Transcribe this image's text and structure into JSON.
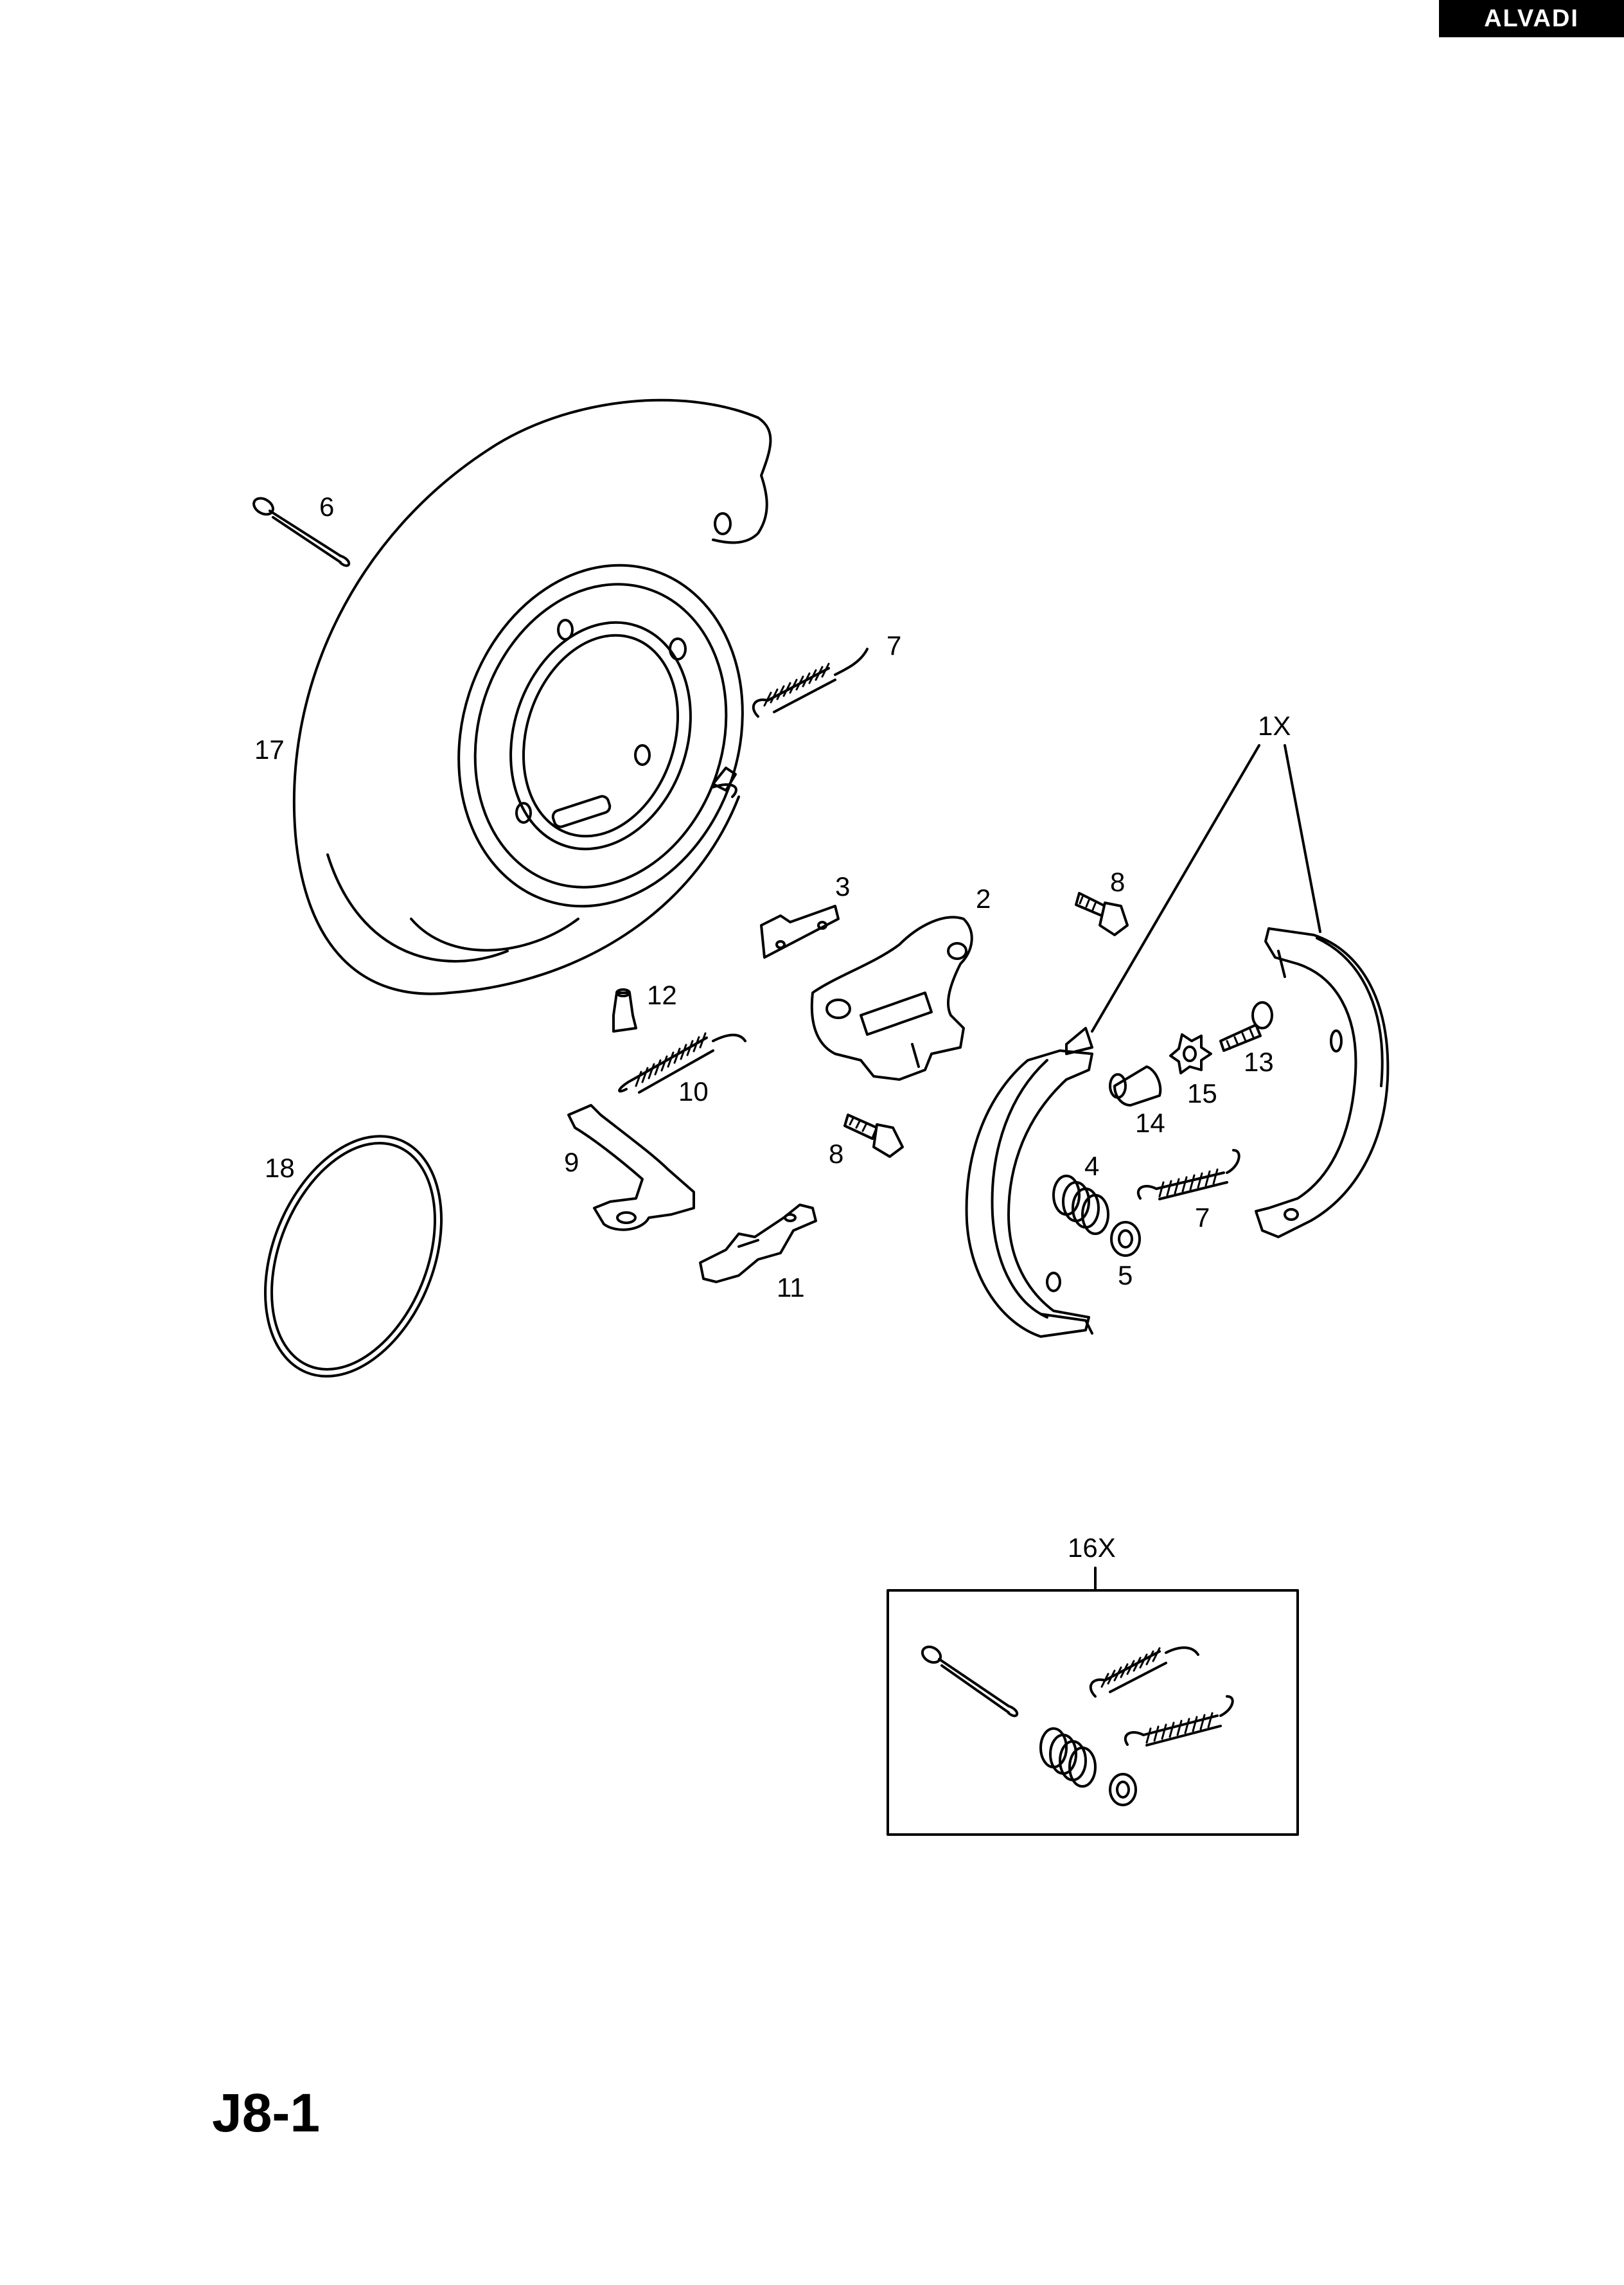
{
  "header": {
    "brand": "ALVADI"
  },
  "footer": {
    "page_code": "J8-1"
  },
  "parts": [
    {
      "id": "6",
      "label": "6",
      "icon": "cotter-pin-icon"
    },
    {
      "id": "7a",
      "label": "7",
      "icon": "coil-spring-icon"
    },
    {
      "id": "17",
      "label": "17",
      "icon": "brake-disc-icon"
    },
    {
      "id": "1X",
      "label": "1X",
      "icon": "brake-shoe-icon"
    },
    {
      "id": "3",
      "label": "3",
      "icon": "strut-plate-icon"
    },
    {
      "id": "2",
      "label": "2",
      "icon": "caliper-bracket-icon"
    },
    {
      "id": "8a",
      "label": "8",
      "icon": "bolt-icon"
    },
    {
      "id": "12",
      "label": "12",
      "icon": "bleed-nipple-icon"
    },
    {
      "id": "10",
      "label": "10",
      "icon": "coil-spring-icon"
    },
    {
      "id": "9",
      "label": "9",
      "icon": "lever-icon"
    },
    {
      "id": "8b",
      "label": "8",
      "icon": "bolt-icon"
    },
    {
      "id": "18",
      "label": "18",
      "icon": "seal-ring-icon"
    },
    {
      "id": "11",
      "label": "11",
      "icon": "adjuster-plate-icon"
    },
    {
      "id": "4",
      "label": "4",
      "icon": "compression-spring-icon"
    },
    {
      "id": "5",
      "label": "5",
      "icon": "washer-icon"
    },
    {
      "id": "14",
      "label": "14",
      "icon": "adjuster-sleeve-icon"
    },
    {
      "id": "15",
      "label": "15",
      "icon": "star-wheel-icon"
    },
    {
      "id": "13",
      "label": "13",
      "icon": "screw-icon"
    },
    {
      "id": "7b",
      "label": "7",
      "icon": "coil-spring-icon"
    },
    {
      "id": "16X",
      "label": "16X",
      "icon": "hardware-kit-icon"
    }
  ]
}
